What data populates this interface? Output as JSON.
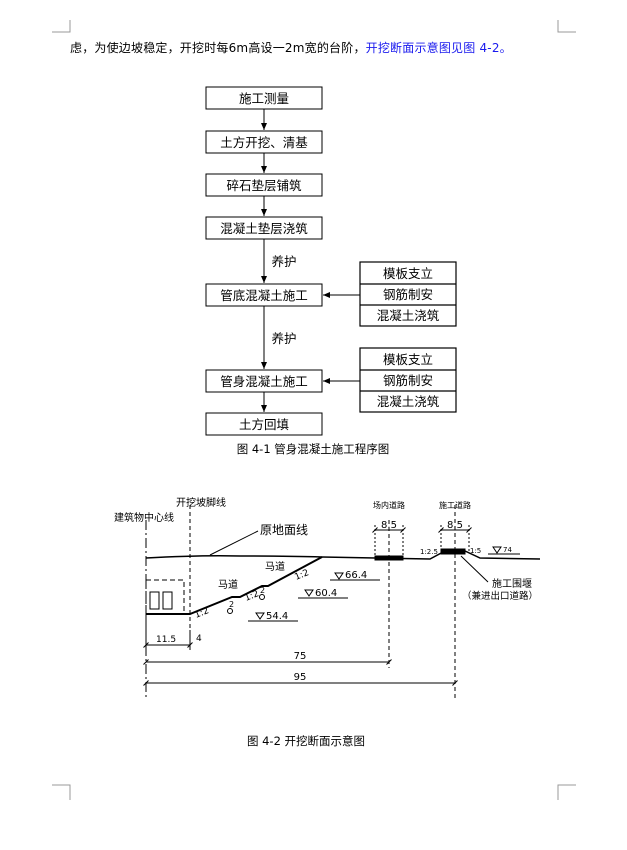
{
  "intro": {
    "text_plain": "虑，为使边坡稳定，开挖时每6m高设一2m宽的台阶，",
    "text_link": "开挖断面示意图见图 4-2。"
  },
  "flowchart": {
    "steps": [
      "施工测量",
      "土方开挖、清基",
      "碎石垫层铺筑",
      "混凝土垫层浇筑",
      "管底混凝土施工",
      "管身混凝土施工",
      "土方回填"
    ],
    "curing_label_1": "养护",
    "curing_label_2": "养护",
    "side_group_1": [
      "模板支立",
      "钢筋制安",
      "混凝土浇筑"
    ],
    "side_group_2": [
      "模板支立",
      "钢筋制安",
      "混凝土浇筑"
    ],
    "caption": "图 4-1   管身混凝土施工程序图"
  },
  "section": {
    "label_centerline": "建筑物中心线",
    "label_toe": "开挖坡脚线",
    "label_ground": "原地面线",
    "label_inner_road": "场内道路",
    "label_const_road": "施工道路",
    "label_ramp": "马道",
    "label_ramp2": "马道",
    "label_cofferdam": "施工围堰",
    "label_cofferdam_note": "（兼进出口道路）",
    "width_inner_road": "8.5",
    "width_const_road": "8.5",
    "elev_664": "66.4",
    "elev_604": "60.4",
    "elev_544": "54.4",
    "elev_74": "74",
    "slope_12a": "1:2",
    "slope_12b": "1:2",
    "slope_12c": "1:2",
    "slope_125": "1:2.5",
    "slope_15": "1:5",
    "berm_2a": "2",
    "berm_2b": "2",
    "dim_115": "11.5",
    "dim_4": "4",
    "dim_75": "75",
    "dim_95": "95",
    "caption": "图 4-2   开挖断面示意图"
  }
}
